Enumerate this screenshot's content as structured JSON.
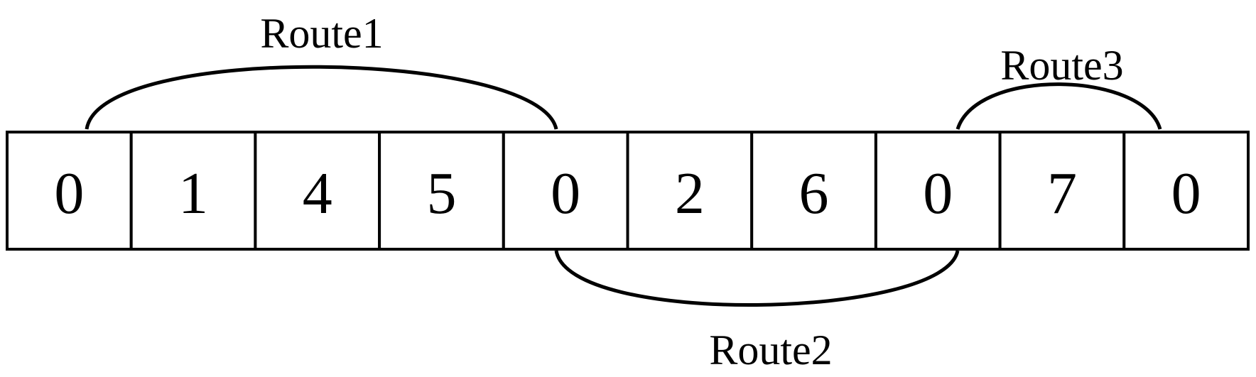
{
  "cells": [
    "0",
    "1",
    "4",
    "5",
    "0",
    "2",
    "6",
    "0",
    "7",
    "0"
  ],
  "routes": [
    {
      "label": "Route1",
      "from": 0,
      "to": 4,
      "side": "above"
    },
    {
      "label": "Route2",
      "from": 4,
      "to": 7,
      "side": "below"
    },
    {
      "label": "Route3",
      "from": 7,
      "to": 9,
      "side": "above"
    }
  ]
}
